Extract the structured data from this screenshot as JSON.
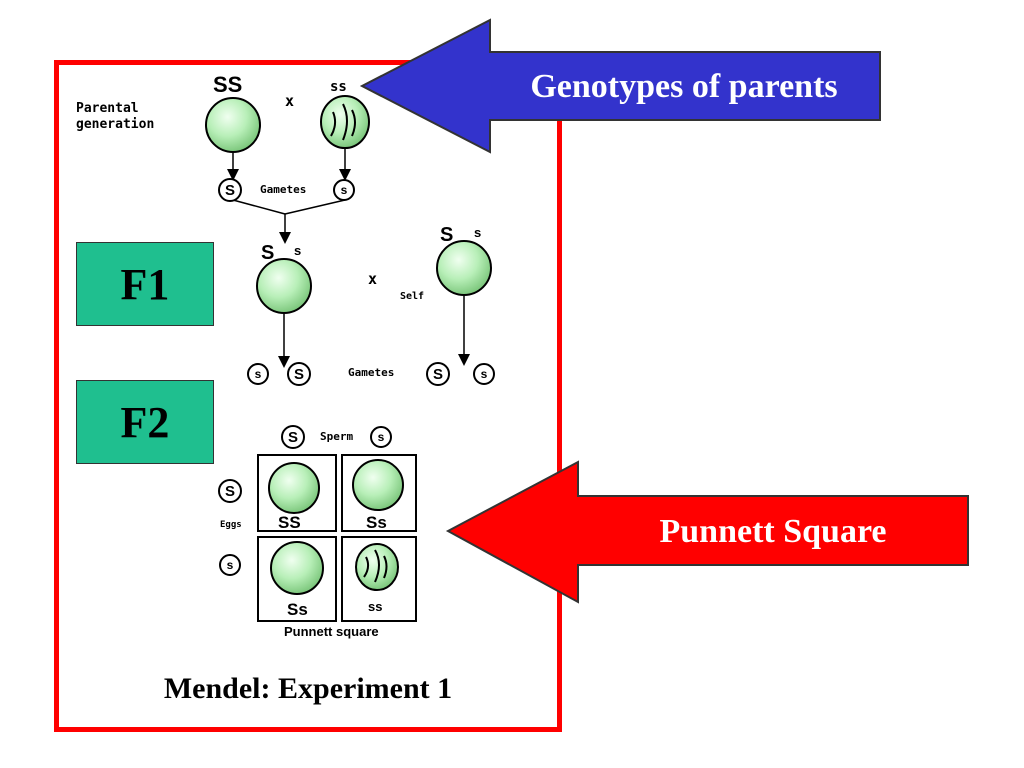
{
  "parental": {
    "label_line1": "Parental",
    "label_line2": "generation",
    "geno_left": "SS",
    "cross": "x",
    "geno_right": "ss"
  },
  "gametes": {
    "label": "Gametes",
    "left": "S",
    "right": "s"
  },
  "f1": {
    "box_label": "F1",
    "left_S": "S",
    "left_s": "s",
    "cross": "x",
    "self": "Self",
    "right_S": "S",
    "right_s": "s"
  },
  "f1_gametes": {
    "g1": "s",
    "g2": "S",
    "label": "Gametes",
    "g3": "S",
    "g4": "s"
  },
  "f2": {
    "box_label": "F2"
  },
  "punnett": {
    "sperm_S": "S",
    "sperm_label": "Sperm",
    "sperm_s": "s",
    "eggs_S": "S",
    "eggs_label": "Eggs",
    "eggs_s": "s",
    "cells": [
      "SS",
      "Ss",
      "Ss",
      "ss"
    ],
    "title": "Punnett square"
  },
  "caption": "Mendel: Experiment 1",
  "arrows": {
    "blue_label": "Genotypes of parents",
    "blue_color": "#3333cc",
    "red_label": "Punnett Square",
    "red_color": "#ff0000"
  }
}
